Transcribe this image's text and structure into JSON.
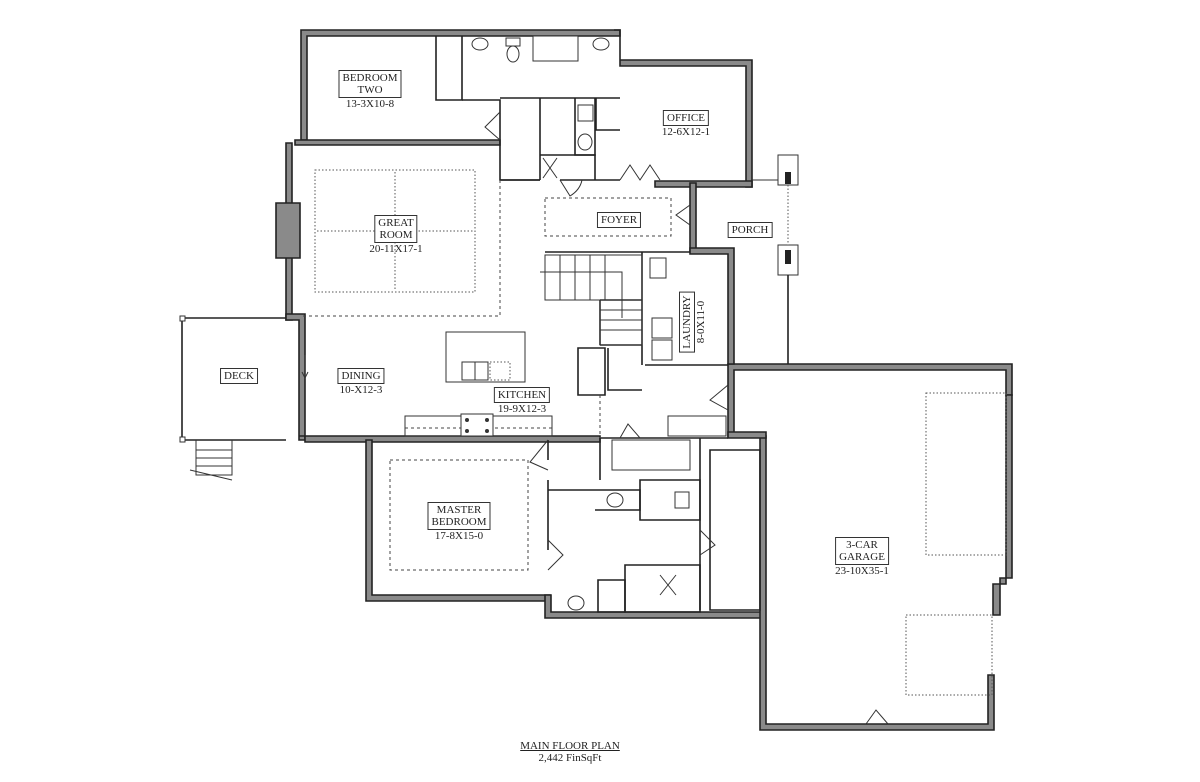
{
  "plan": {
    "title": "MAIN FLOOR PLAN",
    "area": "2,442 FinSqFt"
  },
  "rooms": {
    "bedroom_two": {
      "name_line1": "BEDROOM",
      "name_line2": "TWO",
      "dims": "13-3X10-8"
    },
    "office": {
      "name": "OFFICE",
      "dims": "12-6X12-1"
    },
    "great_room": {
      "name_line1": "GREAT",
      "name_line2": "ROOM",
      "dims": "20-11X17-1"
    },
    "foyer": {
      "name": "FOYER"
    },
    "porch": {
      "name": "PORCH"
    },
    "laundry": {
      "name": "LAUNDRY",
      "dims": "8-0X11-0"
    },
    "deck": {
      "name": "DECK"
    },
    "dining": {
      "name": "DINING",
      "dims": "10-X12-3"
    },
    "kitchen": {
      "name": "KITCHEN",
      "dims": "19-9X12-3"
    },
    "master_bedroom": {
      "name_line1": "MASTER",
      "name_line2": "BEDROOM",
      "dims": "17-8X15-0"
    },
    "garage": {
      "name_line1": "3-CAR",
      "name_line2": "GARAGE",
      "dims": "23-10X35-1"
    }
  },
  "colors": {
    "wall_fill": "#8a8a8a",
    "line": "#222222",
    "background": "#ffffff"
  }
}
